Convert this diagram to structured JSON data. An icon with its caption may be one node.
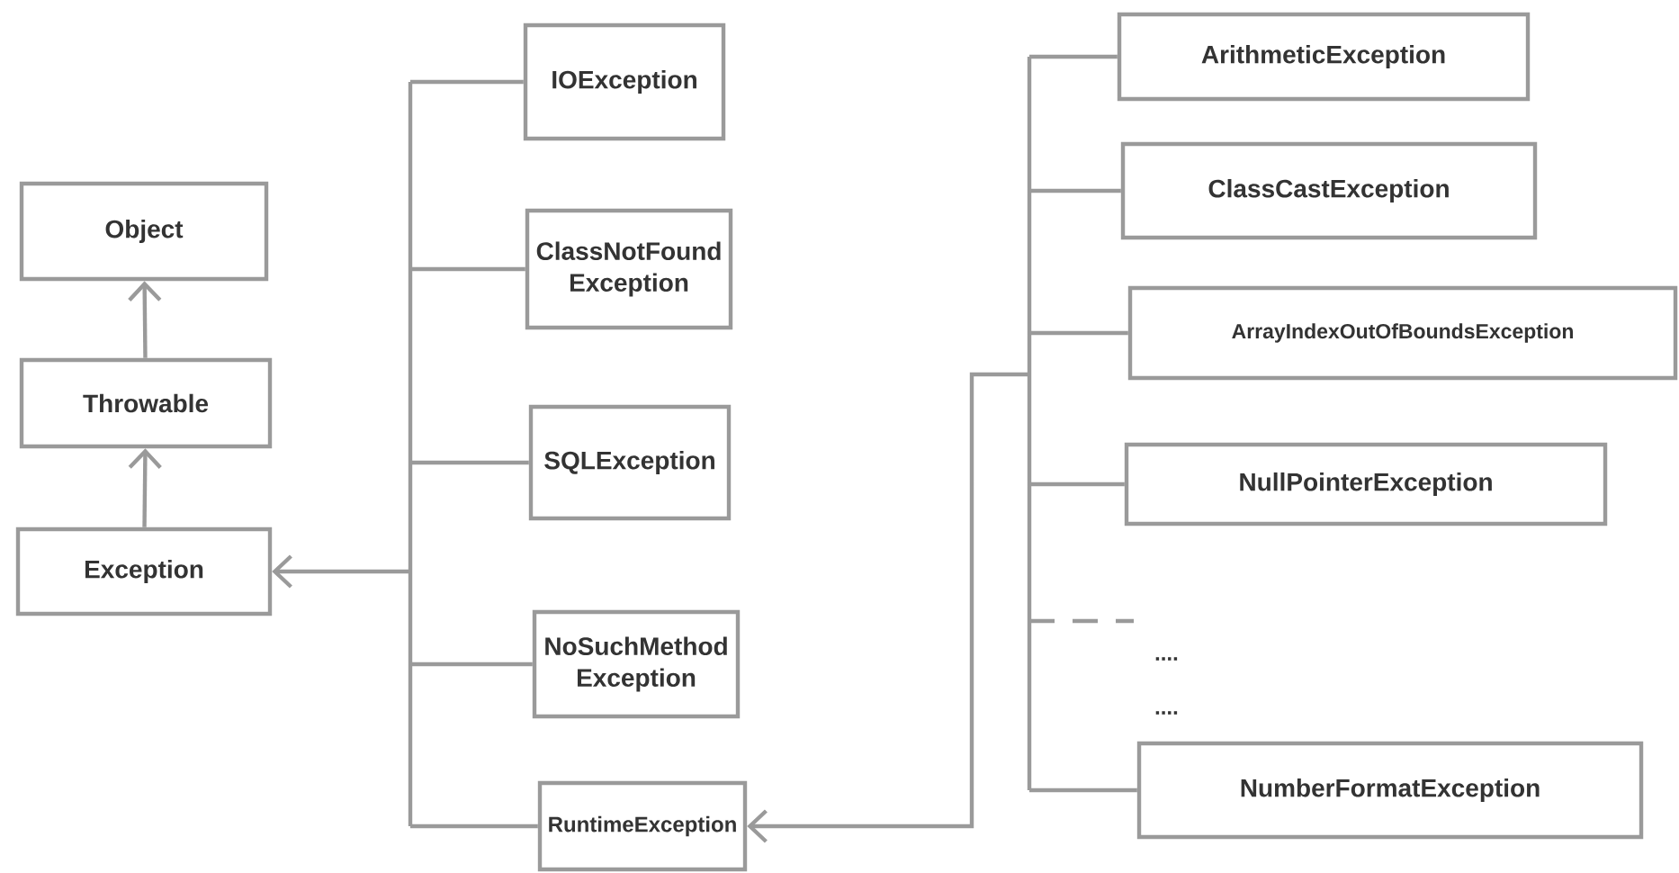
{
  "diagram": {
    "nodes": [
      {
        "text": [
          "Object"
        ]
      },
      {
        "text": [
          "Throwable"
        ]
      },
      {
        "text": [
          "Exception"
        ]
      },
      {
        "text": [
          "IOException"
        ]
      },
      {
        "text": [
          "ClassNotFound Exception"
        ]
      },
      {
        "text": [
          "SQLException"
        ]
      },
      {
        "text": [
          "NoSuchMethod Exception"
        ]
      },
      {
        "text": [
          "RuntimeException"
        ]
      },
      {
        "text": [
          "ArithmeticException"
        ]
      },
      {
        "text": [
          "ClassCastException"
        ]
      },
      {
        "text": [
          "ArrayIndexOutOfBoundsException"
        ]
      },
      {
        "text": [
          "NullPointerException"
        ]
      },
      {
        "text": [
          "NumberFormatException"
        ]
      }
    ],
    "edges": [
      {
        "from": 1,
        "to": 0,
        "arrow": "to"
      },
      {
        "from": 2,
        "to": 1,
        "arrow": "to"
      },
      {
        "from": 3,
        "to": 2,
        "arrow": "to"
      },
      {
        "from": 4,
        "to": 2,
        "arrow": "to"
      },
      {
        "from": 5,
        "to": 2,
        "arrow": "to"
      },
      {
        "from": 6,
        "to": 2,
        "arrow": "to"
      },
      {
        "from": 7,
        "to": 2,
        "arrow": "to"
      },
      {
        "from": 8,
        "to": 7,
        "arrow": "to"
      },
      {
        "from": 9,
        "to": 7,
        "arrow": "to"
      },
      {
        "from": 10,
        "to": 7,
        "arrow": "to"
      },
      {
        "from": 11,
        "to": 7,
        "arrow": "to"
      },
      {
        "from": 12,
        "to": 7,
        "arrow": "to"
      }
    ],
    "labels": [
      "....",
      "...."
    ]
  }
}
